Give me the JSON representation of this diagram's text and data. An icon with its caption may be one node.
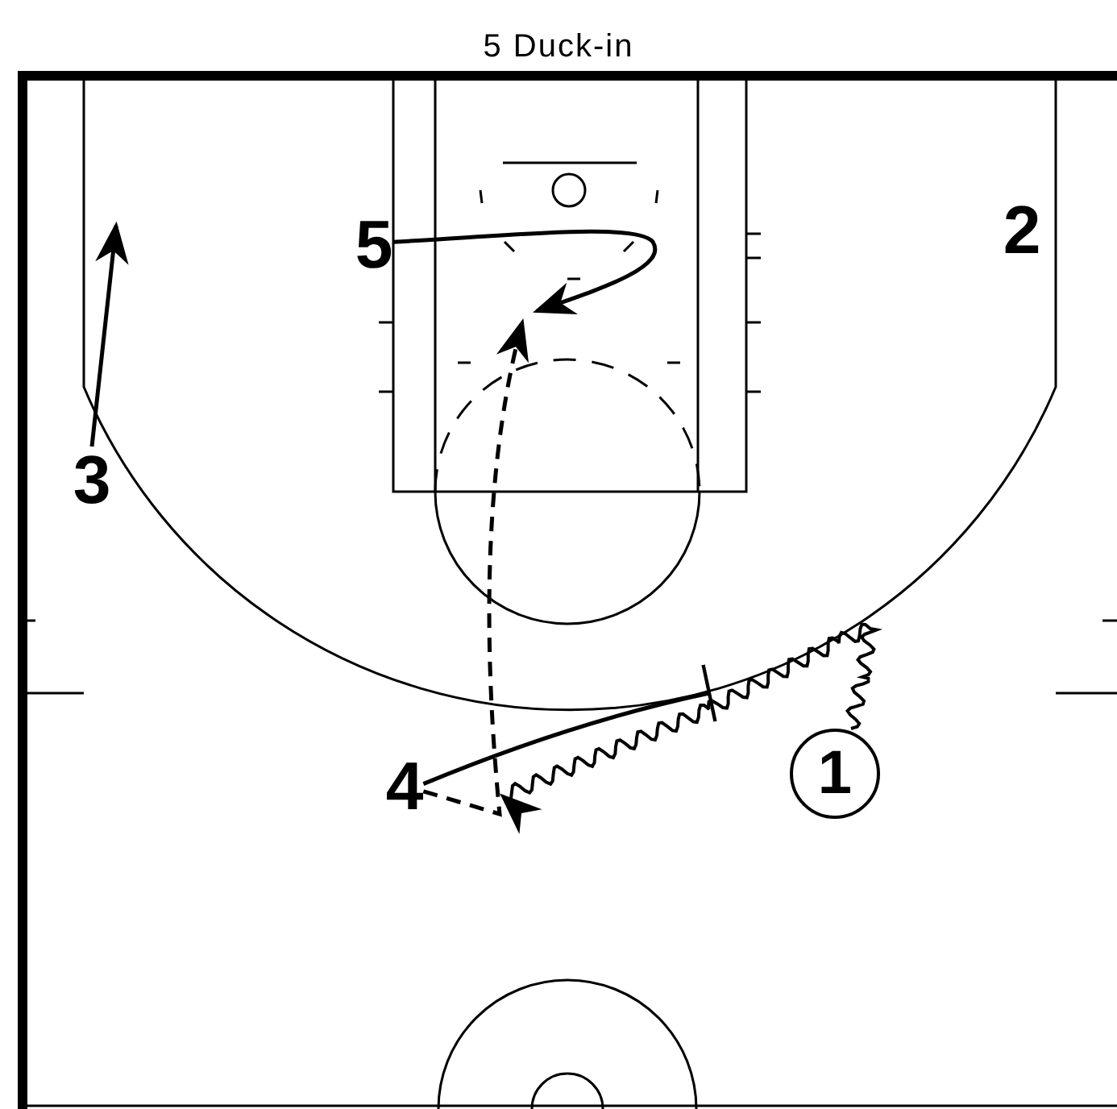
{
  "diagram": {
    "title": "5 Duck-in",
    "nodes": [
      {
        "text": [
          "5"
        ]
      },
      {
        "text": [
          "2"
        ]
      },
      {
        "text": [
          "3"
        ]
      },
      {
        "text": [
          "4"
        ]
      },
      {
        "text": [
          "1"
        ]
      }
    ],
    "edges": [
      {
        "from": 0,
        "to": null,
        "arrow": "to"
      },
      {
        "from": 2,
        "to": null,
        "arrow": "to"
      },
      {
        "from": 3,
        "to": null,
        "arrow": "other"
      },
      {
        "from": 4,
        "to": null,
        "arrow": "to"
      },
      {
        "from": 3,
        "to": null,
        "arrow": "to",
        "style": "dashed"
      }
    ]
  }
}
